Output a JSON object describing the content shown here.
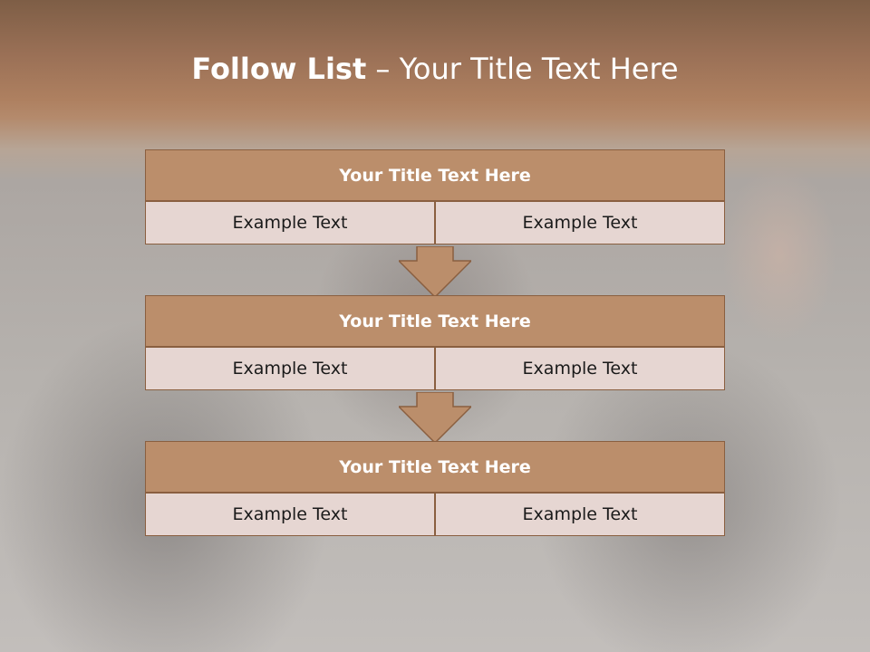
{
  "slide": {
    "title_bold": "Follow List",
    "title_rest": " – Your Title Text Here"
  },
  "steps": [
    {
      "title": "Your Title Text Here",
      "left": "Example Text",
      "right": "Example Text"
    },
    {
      "title": "Your Title Text Here",
      "left": "Example Text",
      "right": "Example Text"
    },
    {
      "title": "Your Title Text Here",
      "left": "Example Text",
      "right": "Example Text"
    }
  ],
  "colors": {
    "header_fill": "#bb8e6b",
    "cell_fill": "#e6d6d2",
    "border": "#8a5f40",
    "arrow_fill": "#bb8e6b"
  },
  "icons": [
    "down-arrow-icon",
    "down-arrow-icon"
  ]
}
